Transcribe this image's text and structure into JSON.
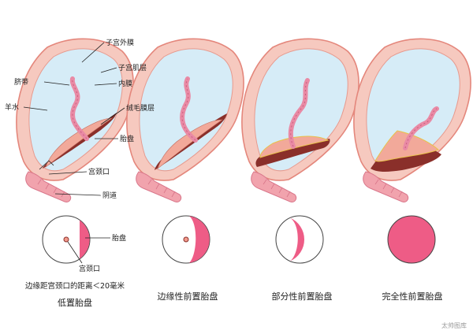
{
  "labels": {
    "uterine_serosa": "子宫外膜",
    "myometrium": "子宫肌层",
    "endometrium": "内膜",
    "umbilical_cord": "脐带",
    "amniotic_fluid": "羊水",
    "chorion": "绒毛膜层",
    "placenta": "胎盘",
    "cervical_os": "宫颈口",
    "vagina": "阴道",
    "placenta_small": "胎盘",
    "cervical_os_small": "宫颈口"
  },
  "captions": {
    "distance_note": "边缘距宫颈口的距离＜20毫米",
    "low_lying": "低置胎盘",
    "marginal": "边缘性前置胎盘",
    "partial": "部分性前置胎盘",
    "complete": "完全性前置胎盘"
  },
  "watermark": "太帅图库",
  "colors": {
    "uterus_wall": "#f6c9bf",
    "uterus_outline": "#e4877c",
    "amniotic": "#d6ecf7",
    "placenta_dark": "#8a2f2a",
    "placenta_light": "#f2a99a",
    "cord": "#e98aa5",
    "circle_fill": "#ee5c86"
  }
}
